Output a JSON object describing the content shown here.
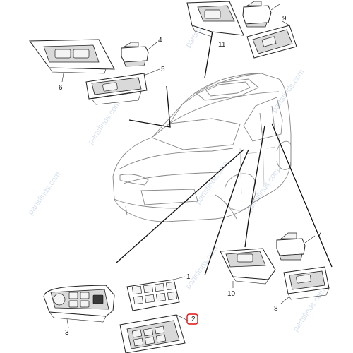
{
  "callouts": [
    {
      "id": "1",
      "label": "1"
    },
    {
      "id": "2",
      "label": "2"
    },
    {
      "id": "3",
      "label": "3"
    },
    {
      "id": "4",
      "label": "4"
    },
    {
      "id": "5",
      "label": "5"
    },
    {
      "id": "6",
      "label": "6"
    },
    {
      "id": "7",
      "label": "7"
    },
    {
      "id": "8",
      "label": "8"
    },
    {
      "id": "9",
      "label": "9"
    },
    {
      "id": "10",
      "label": "10"
    },
    {
      "id": "11",
      "label": "11"
    }
  ],
  "watermark": {
    "text": "partsfinds.com"
  },
  "colors": {
    "highlight": "#e01010",
    "line": "#111111",
    "watermark": "#c9d6e6"
  }
}
